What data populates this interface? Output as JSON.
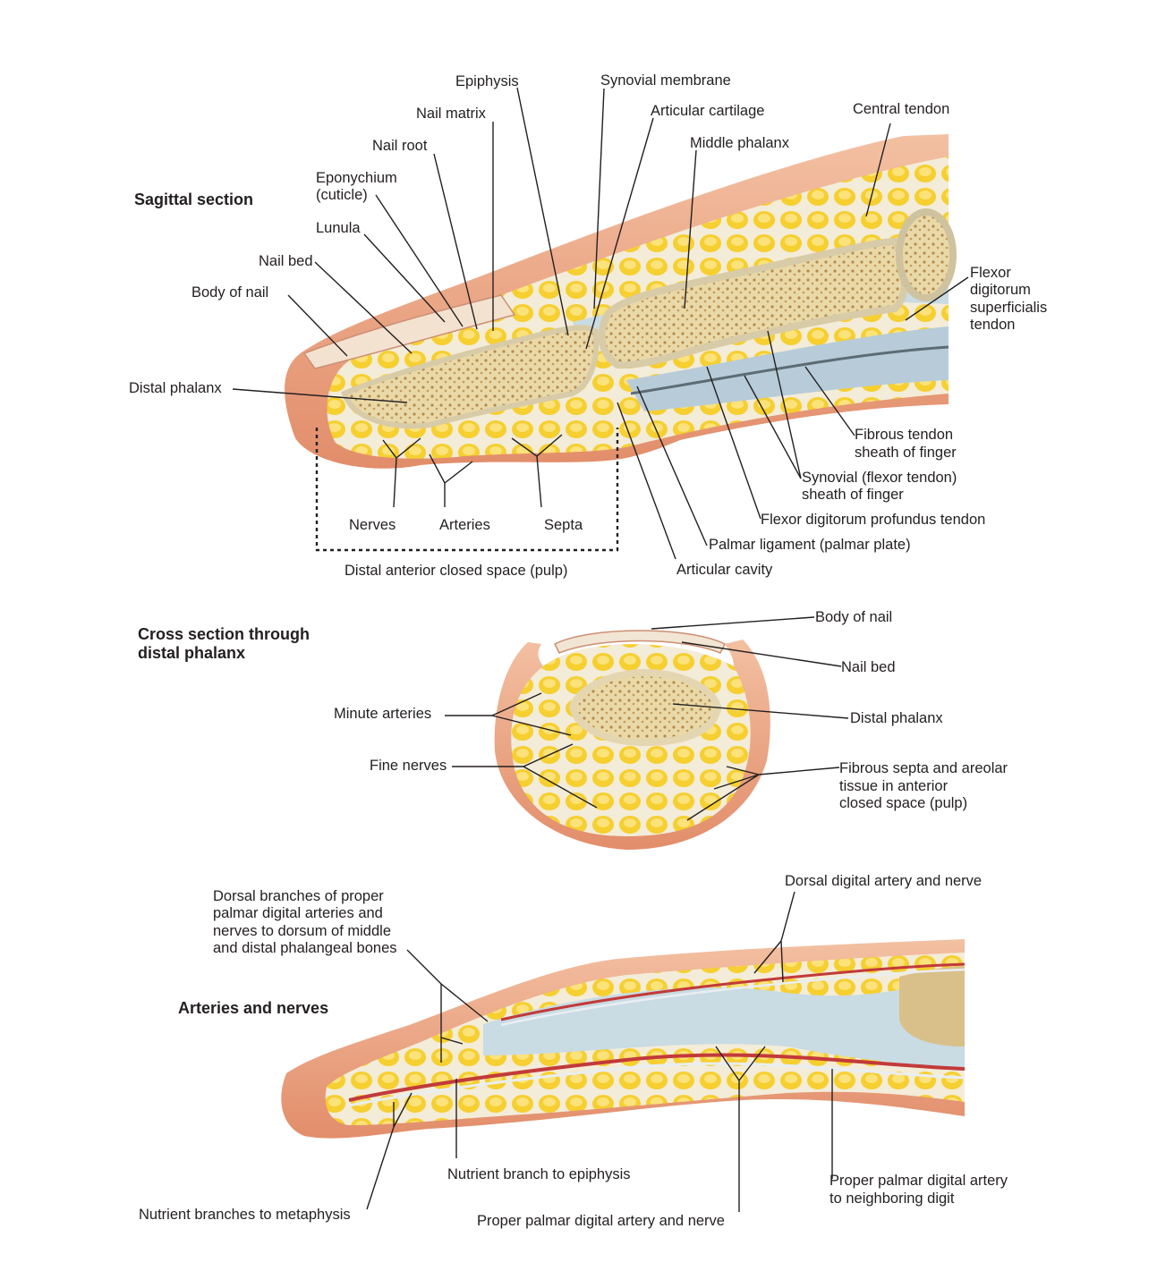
{
  "sections": {
    "sagittal": "Sagittal section",
    "cross": [
      "Cross section through",
      "distal phalanx"
    ],
    "arteries": "Arteries and nerves"
  },
  "sagittal_labels": {
    "epiphysis": "Epiphysis",
    "synovial_membrane": "Synovial membrane",
    "nail_matrix": "Nail matrix",
    "articular_cartilage": "Articular cartilage",
    "central_tendon": "Central tendon",
    "nail_root": "Nail root",
    "middle_phalanx": "Middle phalanx",
    "eponychium": [
      "Eponychium",
      "(cuticle)"
    ],
    "lunula": "Lunula",
    "nail_bed": "Nail bed",
    "body_of_nail": "Body of nail",
    "fds_tendon": [
      "Flexor",
      "digitorum",
      "superficialis",
      "tendon"
    ],
    "distal_phalanx": "Distal phalanx",
    "fibrous_tendon_sheath": [
      "Fibrous tendon",
      "sheath of finger"
    ],
    "synovial_sheath": [
      "Synovial (flexor tendon)",
      "sheath of finger"
    ],
    "nerves": "Nerves",
    "arteries": "Arteries",
    "septa": "Septa",
    "fdp_tendon": "Flexor digitorum profundus tendon",
    "palmar_ligament": "Palmar ligament (palmar plate)",
    "pulp": "Distal anterior closed space (pulp)",
    "articular_cavity": "Articular cavity"
  },
  "cross_labels": {
    "body_of_nail": "Body of nail",
    "nail_bed": "Nail bed",
    "minute_arteries": "Minute arteries",
    "distal_phalanx": "Distal phalanx",
    "fine_nerves": "Fine nerves",
    "fibrous_septa": [
      "Fibrous septa and areolar",
      "tissue in anterior",
      "closed space (pulp)"
    ]
  },
  "arteries_labels": {
    "dorsal_branches": [
      "Dorsal branches of proper",
      "palmar digital arteries and",
      "nerves to dorsum of middle",
      "and distal phalangeal bones"
    ],
    "dorsal_digital": "Dorsal digital artery and nerve",
    "nutrient_epiphysis": "Nutrient branch to epiphysis",
    "proper_neighboring": [
      "Proper palmar digital artery",
      "to neighboring digit"
    ],
    "nutrient_metaphysis": "Nutrient branches to metaphysis",
    "proper_palmar": "Proper palmar digital artery and nerve"
  },
  "colors": {
    "skin": "#e8a07e",
    "skin_light": "#f6c9ad",
    "fat": "#f6d340",
    "bone": "#f2e8c8",
    "bone_spongy": "#c9a86a",
    "tendon": "#b8d0dc",
    "artery": "#c23a3a",
    "nerve": "#e9eef2",
    "nail": "#f3e2cf"
  }
}
